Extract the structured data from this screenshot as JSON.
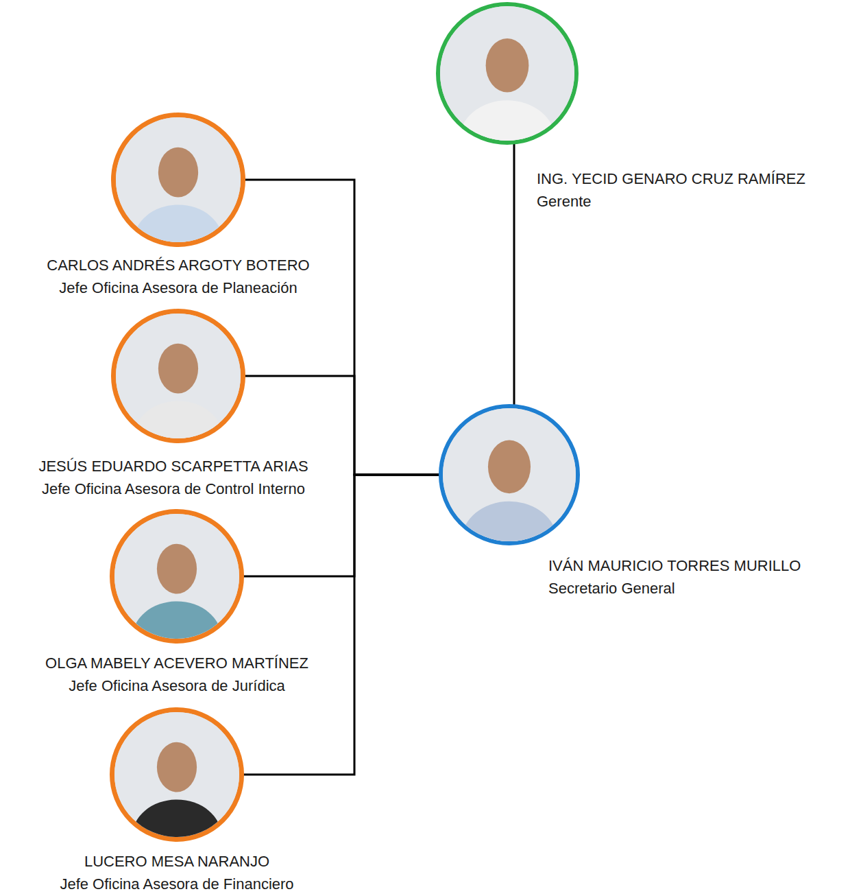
{
  "diagram": {
    "nodes": [
      {
        "text": [
          "ING. YECID GENARO CRUZ RAMÍREZ",
          "Gerente"
        ]
      },
      {
        "text": [
          "CARLOS ANDRÉS ARGOTY BOTERO",
          "Jefe Oficina Asesora de Planeación"
        ]
      },
      {
        "text": [
          "JESÚS EDUARDO SCARPETTA ARIAS",
          "Jefe Oficina Asesora de Control Interno"
        ]
      },
      {
        "text": [
          "IVÁN MAURICIO TORRES MURILLO",
          "Secretario General"
        ]
      },
      {
        "text": [
          "OLGA MABELY ACEVERO MARTÍNEZ",
          "Jefe Oficina Asesora de Jurídica"
        ]
      },
      {
        "text": [
          "LUCERO MESA NARANJO",
          "Jefe Oficina Asesora de Financiero"
        ]
      }
    ],
    "edges": [
      {
        "from": 0,
        "to": 3,
        "arrow": "none"
      },
      {
        "from": 3,
        "to": 1,
        "arrow": "none"
      },
      {
        "from": 3,
        "to": 2,
        "arrow": "none"
      },
      {
        "from": 3,
        "to": 4,
        "arrow": "none"
      },
      {
        "from": 3,
        "to": 5,
        "arrow": "none"
      }
    ]
  }
}
